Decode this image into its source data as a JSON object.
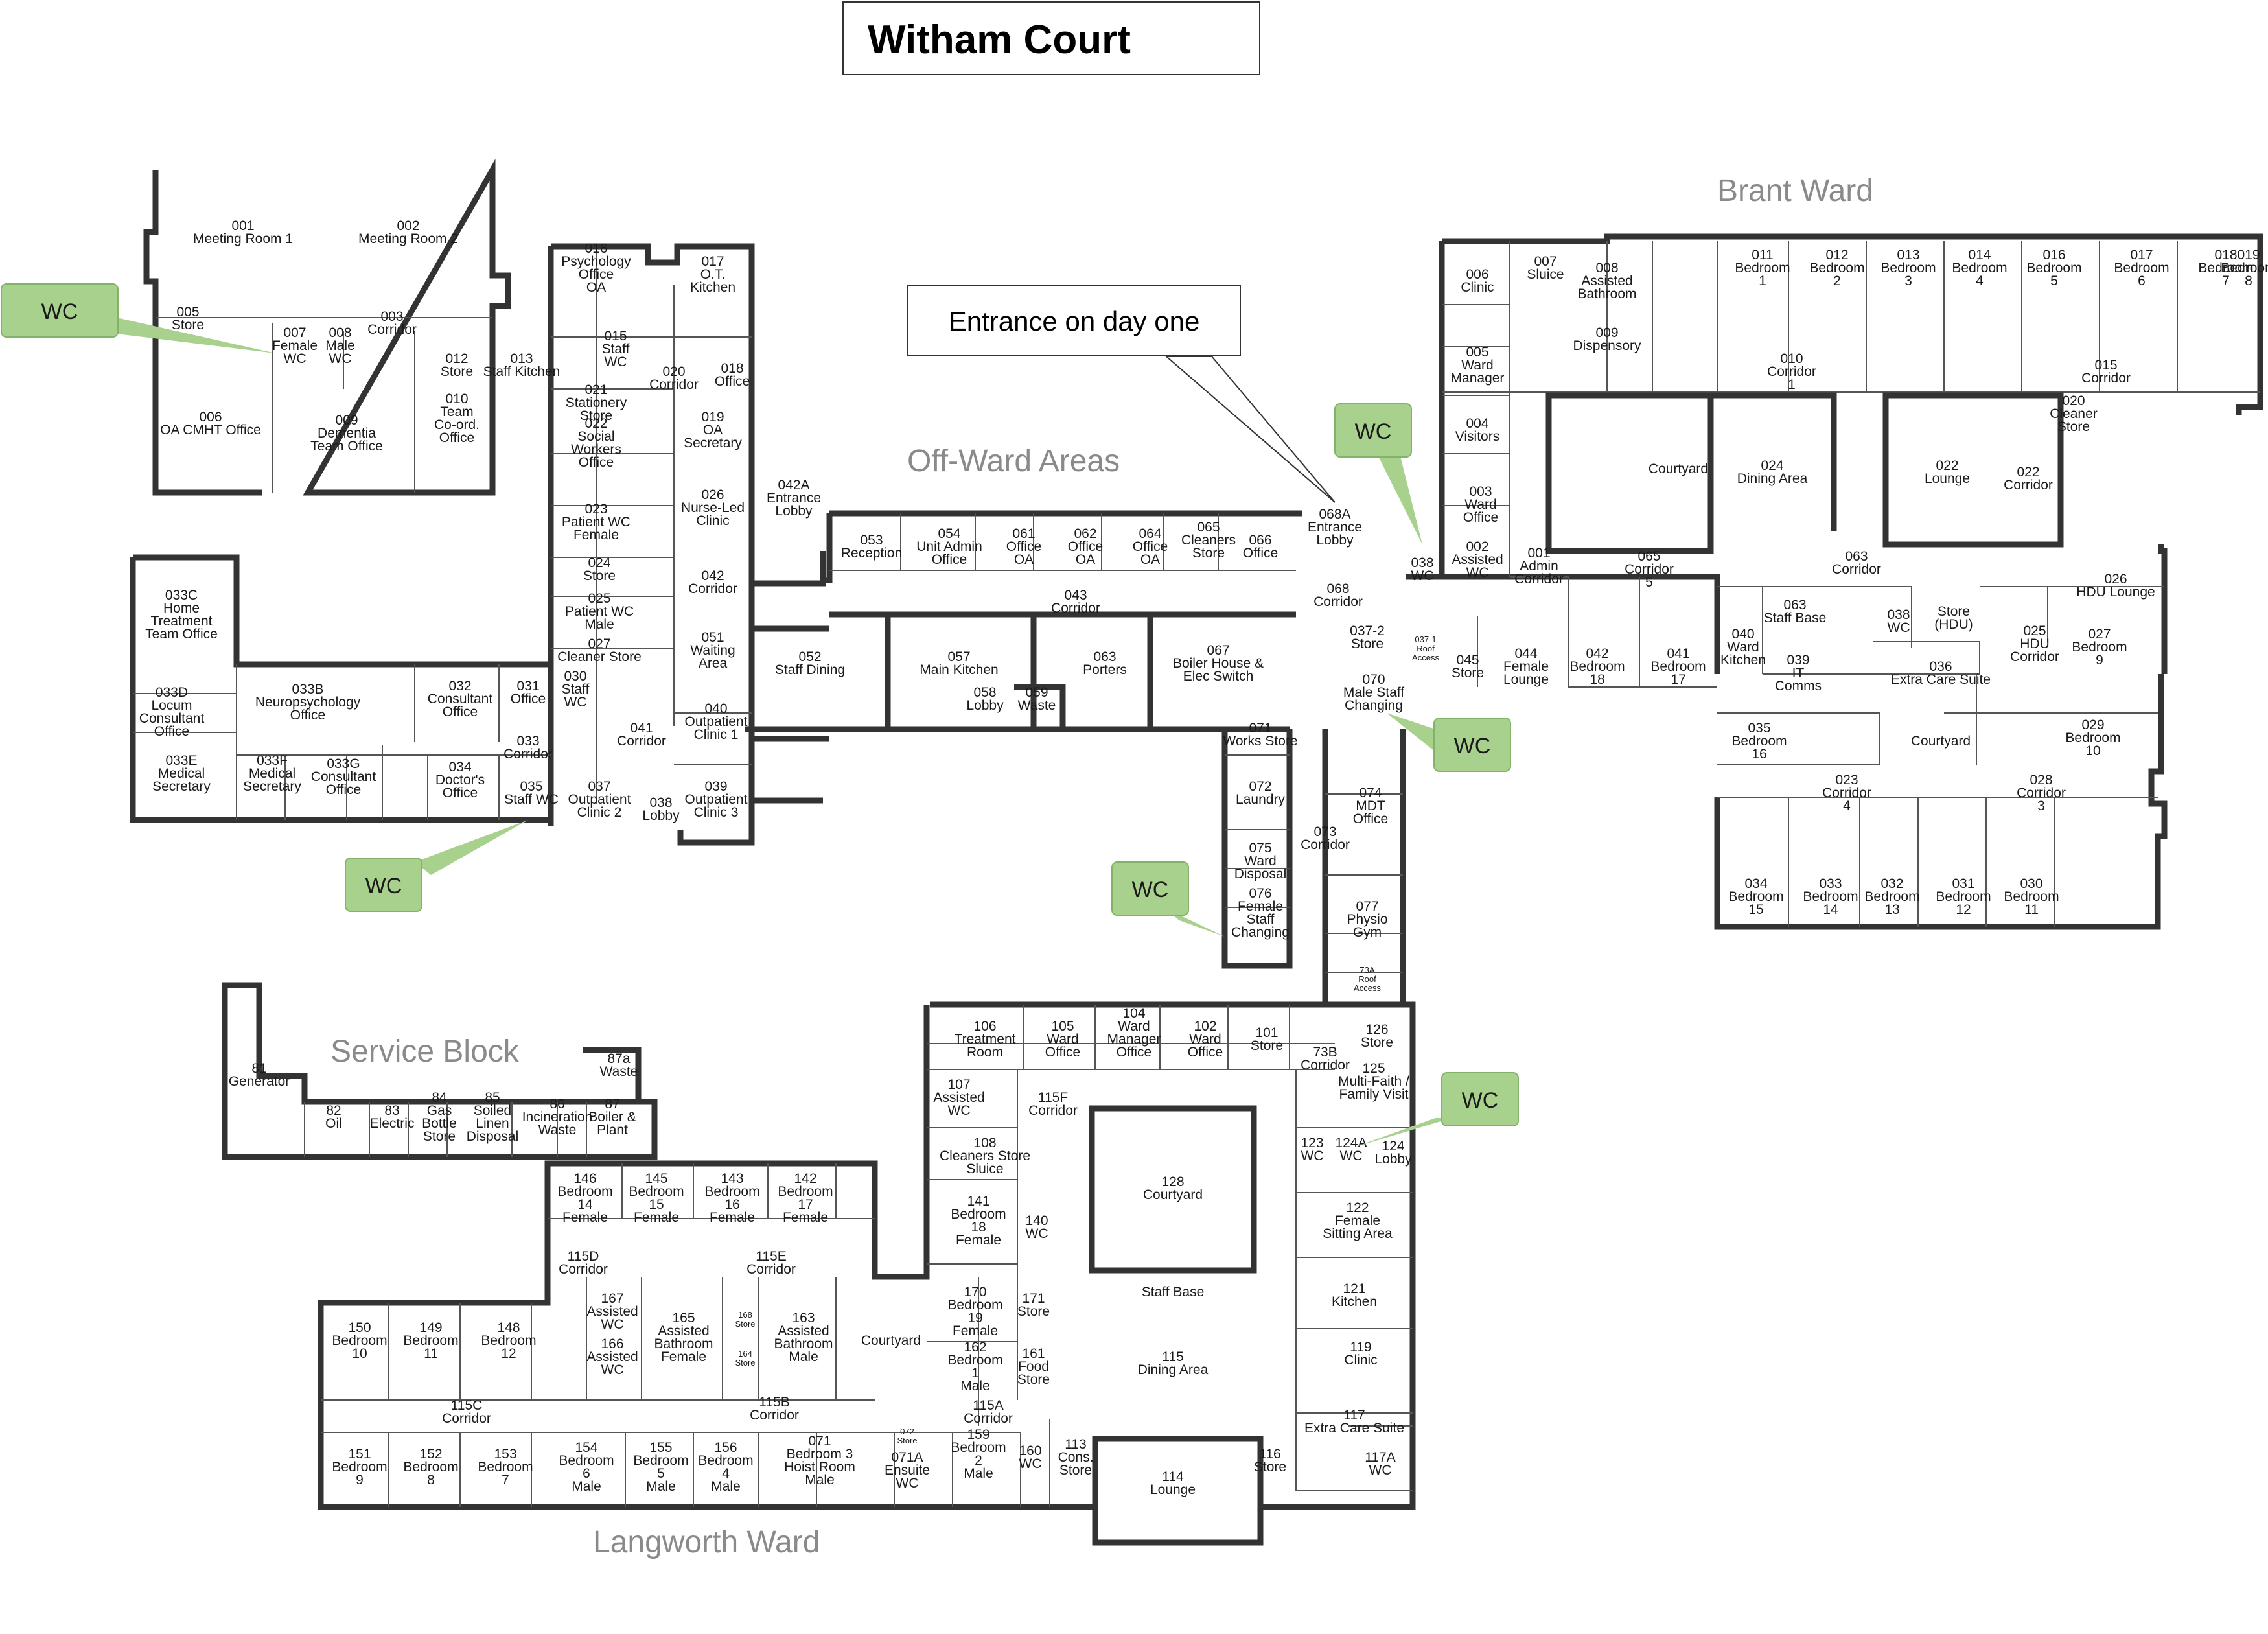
{
  "title": "Witham Court",
  "entrance_note": "Entrance on day one",
  "areas": {
    "brant": "Brant Ward",
    "offward": "Off-Ward Areas",
    "service": "Service Block",
    "langworth": "Langworth Ward"
  },
  "wc_callouts": [
    "WC",
    "WC",
    "WC",
    "WC",
    "WC",
    "WC",
    "WC"
  ],
  "rooms": {
    "r001": [
      "001",
      "Meeting Room 1"
    ],
    "r002": [
      "002",
      "Meeting Room 2"
    ],
    "r003": [
      "003",
      "Corridor"
    ],
    "r005": [
      "005",
      "Store"
    ],
    "r006": [
      "006",
      "OA CMHT Office"
    ],
    "r007": [
      "007",
      "Female",
      "WC"
    ],
    "r008": [
      "008",
      "Male",
      "WC"
    ],
    "r009": [
      "009",
      "Dementia",
      "Team Office"
    ],
    "r010": [
      "010",
      "Team",
      "Co-ord.",
      "Office"
    ],
    "r012": [
      "012",
      "Store"
    ],
    "r013": [
      "013",
      "Staff Kitchen"
    ],
    "r016": [
      "016",
      "Psychology",
      "Office",
      "OA"
    ],
    "r017": [
      "017",
      "O.T.",
      "Kitchen"
    ],
    "r015w": [
      "015",
      "Staff",
      "WC"
    ],
    "r020w": [
      "020",
      "Corridor"
    ],
    "r018w": [
      "018",
      "Office"
    ],
    "r021": [
      "021",
      "Stationery",
      "Store"
    ],
    "r022w": [
      "022",
      "Social",
      "Workers",
      "Office"
    ],
    "r019w": [
      "019",
      "OA",
      "Secretary"
    ],
    "r026w": [
      "026",
      "Nurse-Led",
      "Clinic"
    ],
    "r042a": [
      "042A",
      "Entrance",
      "Lobby"
    ],
    "r023w": [
      "023",
      "Patient WC",
      "Female"
    ],
    "r024w": [
      "024",
      "Store"
    ],
    "r025w": [
      "025",
      "Patient WC",
      "Male"
    ],
    "r042w": [
      "042",
      "Corridor"
    ],
    "r027w": [
      "027",
      "Cleaner Store"
    ],
    "r051": [
      "051",
      "Waiting",
      "Area"
    ],
    "r033c": [
      "033C",
      "Home",
      "Treatment",
      "Team Office"
    ],
    "r033b": [
      "033B",
      "Neuropsychology",
      "Office"
    ],
    "r032w": [
      "032",
      "Consultant",
      "Office"
    ],
    "r031w": [
      "031",
      "Office"
    ],
    "r030w": [
      "030",
      "Staff",
      "WC"
    ],
    "r041w": [
      "041",
      "Corridor"
    ],
    "r040w": [
      "040",
      "Outpatient",
      "Clinic 1"
    ],
    "r033d": [
      "033D",
      "Locum",
      "Consultant",
      "Office"
    ],
    "r033e": [
      "033E",
      "Medical",
      "Secretary"
    ],
    "r033f": [
      "033F",
      "Medical",
      "Secretary"
    ],
    "r033g": [
      "033G",
      "Consultant",
      "Office"
    ],
    "r033w": [
      "033",
      "Corridor"
    ],
    "r034w": [
      "034",
      "Doctor's",
      "Office"
    ],
    "r035w": [
      "035",
      "Staff WC"
    ],
    "r037w": [
      "037",
      "Outpatient",
      "Clinic 2"
    ],
    "r038w": [
      "038",
      "Lobby"
    ],
    "r039w": [
      "039",
      "Outpatient",
      "Clinic 3"
    ],
    "r053": [
      "053",
      "Reception"
    ],
    "r054": [
      "054",
      "Unit Admin",
      "Office"
    ],
    "r061": [
      "061",
      "Office",
      "OA"
    ],
    "r062": [
      "062",
      "Office",
      "OA"
    ],
    "r064": [
      "064",
      "Office",
      "OA"
    ],
    "r065c": [
      "065",
      "Cleaners",
      "Store"
    ],
    "r066": [
      "066",
      "Office"
    ],
    "r068a": [
      "068A",
      "Entrance",
      "Lobby"
    ],
    "r043": [
      "043",
      "Corridor"
    ],
    "r052": [
      "052",
      "Staff Dining"
    ],
    "r057": [
      "057",
      "Main Kitchen"
    ],
    "r058": [
      "058",
      "Lobby"
    ],
    "r059": [
      "059",
      "Waste"
    ],
    "r063p": [
      "063",
      "Porters"
    ],
    "r067": [
      "067",
      "Boiler House &",
      "Elec Switch"
    ],
    "r068": [
      "068",
      "Corridor"
    ],
    "r037_2": [
      "037-2",
      "Store"
    ],
    "r037_1": [
      "037-1",
      "Roof",
      "Access"
    ],
    "r070": [
      "070",
      "Male Staff",
      "Changing"
    ],
    "r071w": [
      "071",
      "Works Store"
    ],
    "r072": [
      "072",
      "Laundry"
    ],
    "r073": [
      "073",
      "Corridor"
    ],
    "r074": [
      "074",
      "MDT",
      "Office"
    ],
    "r075": [
      "075",
      "Ward",
      "Disposal"
    ],
    "r076": [
      "076",
      "Female",
      "Staff",
      "Changing"
    ],
    "r077": [
      "077",
      "Physio",
      "Gym"
    ],
    "r73a": [
      "73A",
      "Roof",
      "Access"
    ],
    "r006b": [
      "006",
      "Clinic"
    ],
    "r007b": [
      "007",
      "Sluice"
    ],
    "r008b": [
      "008",
      "Assisted",
      "Bathroom"
    ],
    "r009b": [
      "009",
      "Dispensory"
    ],
    "r011b": [
      "011",
      "Bedroom",
      "1"
    ],
    "r012b": [
      "012",
      "Bedroom",
      "2"
    ],
    "r013b": [
      "013",
      "Bedroom",
      "3"
    ],
    "r014b": [
      "014",
      "Bedroom",
      "4"
    ],
    "r016b": [
      "016",
      "Bedroom",
      "5"
    ],
    "r017b": [
      "017",
      "Bedroom",
      "6"
    ],
    "r018b": [
      "018",
      "Bedroom",
      "7"
    ],
    "r019b": [
      "019",
      "Bedroom",
      "8"
    ],
    "r015b": [
      "015",
      "Corridor"
    ],
    "r010b": [
      "010",
      "Corridor",
      "1"
    ],
    "r020b": [
      "020",
      "Cleaner",
      "Store"
    ],
    "r005b": [
      "005",
      "Ward",
      "Manager"
    ],
    "r004b": [
      "004",
      "Visitors"
    ],
    "r003b": [
      "003",
      "Ward",
      "Office"
    ],
    "court_b1": [
      "Courtyard"
    ],
    "r024b": [
      "024",
      "Dining Area"
    ],
    "r022bl": [
      "022",
      "Lounge"
    ],
    "r022bc": [
      "022",
      "Corridor"
    ],
    "r038b": [
      "038",
      "WC"
    ],
    "r002b": [
      "002",
      "Assisted",
      "WC"
    ],
    "r001b": [
      "001",
      "Admin",
      "Corridor"
    ],
    "r065b": [
      "065",
      "Corridor",
      "5"
    ],
    "r063b": [
      "063",
      "Corridor"
    ],
    "r026b": [
      "026",
      "HDU Lounge"
    ],
    "r045b": [
      "045",
      "Store"
    ],
    "r044b": [
      "044",
      "Female",
      "Lounge"
    ],
    "r042b": [
      "042",
      "Bedroom",
      "18"
    ],
    "r041b": [
      "041",
      "Bedroom",
      "17"
    ],
    "r040b": [
      "040",
      "Ward",
      "Kitchen"
    ],
    "r063sb": [
      "063",
      "Staff Base"
    ],
    "r039b": [
      "039",
      "IT",
      "Comms"
    ],
    "r038bw": [
      "038",
      "WC"
    ],
    "r037b": [
      "Store",
      "(HDU)"
    ],
    "r025b": [
      "025",
      "HDU",
      "Corridor"
    ],
    "r027b": [
      "027",
      "Bedroom",
      "9"
    ],
    "r036b": [
      "036",
      "Extra Care Suite"
    ],
    "r035b": [
      "035",
      "Bedroom",
      "16"
    ],
    "court_b2": [
      "Courtyard"
    ],
    "r029b": [
      "029",
      "Bedroom",
      "10"
    ],
    "r023b": [
      "023",
      "Corridor",
      "4"
    ],
    "r028b": [
      "028",
      "Corridor",
      "3"
    ],
    "r034b": [
      "034",
      "Bedroom",
      "15"
    ],
    "r033b2": [
      "033",
      "Bedroom",
      "14"
    ],
    "r032b": [
      "032",
      "Bedroom",
      "13"
    ],
    "r031b": [
      "031",
      "Bedroom",
      "12"
    ],
    "r030b": [
      "030",
      "Bedroom",
      "11"
    ],
    "r81": [
      "81",
      "Generator"
    ],
    "r82": [
      "82",
      "Oil"
    ],
    "r83": [
      "83",
      "Electric"
    ],
    "r84": [
      "84",
      "Gas",
      "Bottle",
      "Store"
    ],
    "r85": [
      "85",
      "Soiled",
      "Linen",
      "Disposal"
    ],
    "r86": [
      "86",
      "Incineration",
      "Waste"
    ],
    "r87": [
      "87",
      "Boiler &",
      "Plant"
    ],
    "r87a": [
      "87a",
      "Waste"
    ],
    "r106": [
      "106",
      "Treatment",
      "Room"
    ],
    "r105": [
      "105",
      "Ward",
      "Office"
    ],
    "r104": [
      "104",
      "Ward",
      "Manager",
      "Office"
    ],
    "r102": [
      "102",
      "Ward",
      "Office"
    ],
    "r101": [
      "101",
      "Store"
    ],
    "r107": [
      "107",
      "Assisted",
      "WC"
    ],
    "r115f": [
      "115F",
      "Corridor"
    ],
    "r73b": [
      "73B",
      "Corridor"
    ],
    "r126": [
      "126",
      "Store"
    ],
    "r125": [
      "125",
      "Multi-Faith /",
      "Family Visit"
    ],
    "r108": [
      "108",
      "Cleaners Store",
      "Sluice"
    ],
    "r128": [
      "128",
      "Courtyard"
    ],
    "r123": [
      "123",
      "WC"
    ],
    "r124a": [
      "124A",
      "WC"
    ],
    "r124": [
      "124",
      "Lobby"
    ],
    "r141": [
      "141",
      "Bedroom",
      "18",
      "Female"
    ],
    "r140": [
      "140",
      "WC"
    ],
    "r122": [
      "122",
      "Female",
      "Sitting Area"
    ],
    "r146": [
      "146",
      "Bedroom",
      "14",
      "Female"
    ],
    "r145": [
      "145",
      "Bedroom",
      "15",
      "Female"
    ],
    "r143": [
      "143",
      "Bedroom",
      "16",
      "Female"
    ],
    "r142": [
      "142",
      "Bedroom",
      "17",
      "Female"
    ],
    "r115d": [
      "115D",
      "Corridor"
    ],
    "r115e": [
      "115E",
      "Corridor"
    ],
    "staffbase_l": [
      "Staff Base"
    ],
    "r121": [
      "121",
      "Kitchen"
    ],
    "r150": [
      "150",
      "Bedroom",
      "10"
    ],
    "r149": [
      "149",
      "Bedroom",
      "11"
    ],
    "r148": [
      "148",
      "Bedroom",
      "12"
    ],
    "r167": [
      "167",
      "Assisted",
      "WC"
    ],
    "r166": [
      "166",
      "Assisted",
      "WC"
    ],
    "r165": [
      "165",
      "Assisted",
      "Bathroom",
      "Female"
    ],
    "r168": [
      "168",
      "Store"
    ],
    "r164": [
      "164",
      "Store"
    ],
    "r163": [
      "163",
      "Assisted",
      "Bathroom",
      "Male"
    ],
    "court_l": [
      "Courtyard"
    ],
    "r170": [
      "170",
      "Bedroom",
      "19",
      "Female"
    ],
    "r171": [
      "171",
      "Store"
    ],
    "r162": [
      "162",
      "Bedroom",
      "1",
      "Male"
    ],
    "r161": [
      "161",
      "Food",
      "Store"
    ],
    "r115": [
      "115",
      "Dining Area"
    ],
    "r119": [
      "119",
      "Clinic"
    ],
    "r115c": [
      "115C",
      "Corridor"
    ],
    "r115b": [
      "115B",
      "Corridor"
    ],
    "r115a": [
      "115A",
      "Corridor"
    ],
    "r117": [
      "117",
      "Extra Care Suite"
    ],
    "r151": [
      "151",
      "Bedroom",
      "9"
    ],
    "r152": [
      "152",
      "Bedroom",
      "8"
    ],
    "r153": [
      "153",
      "Bedroom",
      "7"
    ],
    "r154": [
      "154",
      "Bedroom",
      "6",
      "Male"
    ],
    "r155": [
      "155",
      "Bedroom",
      "5",
      "Male"
    ],
    "r156": [
      "156",
      "Bedroom",
      "4",
      "Male"
    ],
    "r071l": [
      "071",
      "Bedroom 3",
      "Hoist Room",
      "Male"
    ],
    "r072l": [
      "072",
      "Store"
    ],
    "r071a": [
      "071A",
      "Ensuite",
      "WC"
    ],
    "r159": [
      "159",
      "Bedroom",
      "2",
      "Male"
    ],
    "r160": [
      "160",
      "WC"
    ],
    "r113": [
      "113",
      "Cons.",
      "Store"
    ],
    "r114": [
      "114",
      "Lounge"
    ],
    "r116": [
      "116",
      "Store"
    ],
    "r117a": [
      "117A",
      "WC"
    ]
  },
  "colors": {
    "callout_fill": "#a9d18e",
    "callout_border": "#82b366",
    "area_title": "#8a8a8a",
    "wall": "#222222"
  }
}
